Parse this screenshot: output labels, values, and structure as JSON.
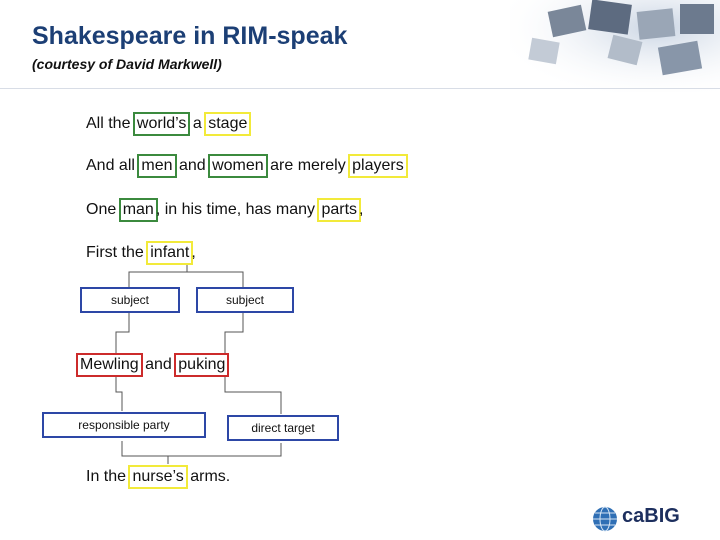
{
  "slide": {
    "title": "Shakespeare in RIM-speak",
    "subtitle": "(courtesy of David Markwell)"
  },
  "lines": {
    "l1": {
      "t1": "All the ",
      "w1": "world’s",
      "t2": " a ",
      "w2": "stage"
    },
    "l2": {
      "t1": "And all ",
      "w1": "men",
      "t2": " and ",
      "w2": "women",
      "t3": " are merely ",
      "w3": "players"
    },
    "l3": {
      "t1": "One ",
      "w1": "man",
      "t2": ", in his time, has many ",
      "w3": "parts",
      "t3": ","
    },
    "l4": {
      "t1": "First the ",
      "w1": "infant",
      "t2": ","
    },
    "l5": {
      "w1": "Mewling",
      "t1": " and ",
      "w2": "puking"
    },
    "l6": {
      "t1": "In the ",
      "w1": "nurse’s",
      "t2": " arms."
    }
  },
  "boxes": {
    "subject_left": "subject",
    "subject_right": "subject",
    "responsible_party": "responsible party",
    "direct_target": "direct target"
  },
  "logo": {
    "text": "caBIG"
  },
  "colors": {
    "participant_outline": "#3b8a3e",
    "act_outline": "#f2ea3a",
    "action_outline": "#cc2b2b",
    "role_box_border": "#2d47a6",
    "title": "#1c3f75"
  }
}
